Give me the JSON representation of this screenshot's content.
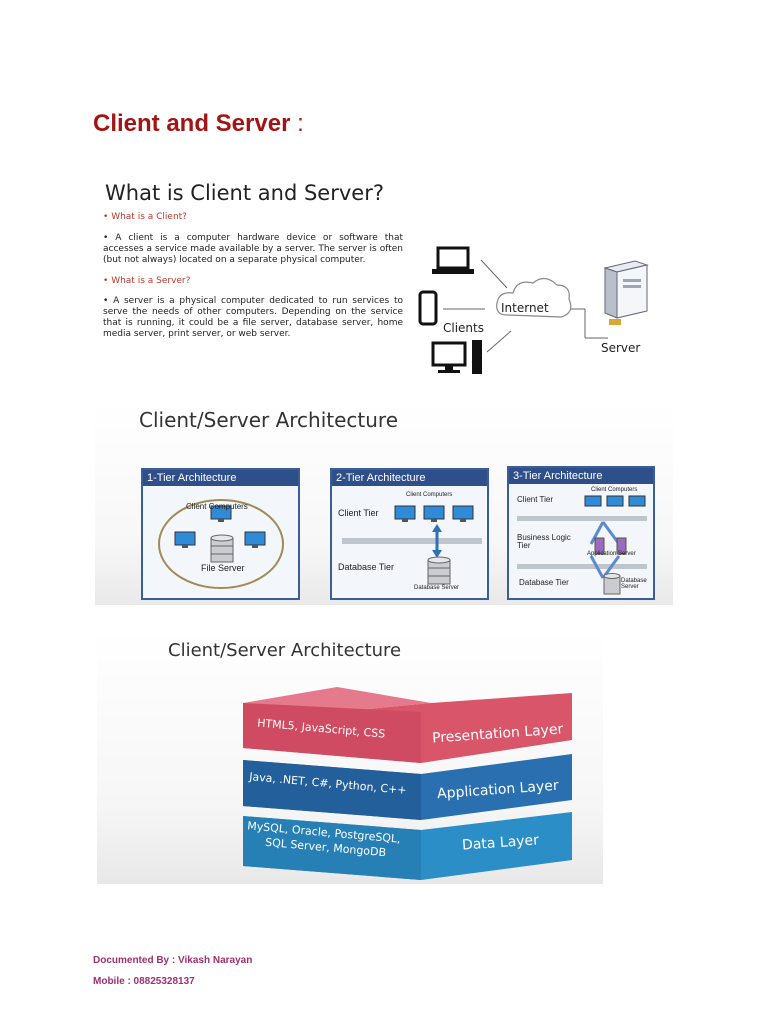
{
  "title": {
    "text": "Client and Server",
    "sep": ":"
  },
  "slide1": {
    "heading": "What is Client and Server?",
    "q1": "What is a Client?",
    "p1": "A client is a computer hardware device or software that accesses a service made available by a server. The server is often (but not always) located on a separate physical computer.",
    "q2": "What is a Server?",
    "p2": "A server is a physical computer dedicated to run services to serve the needs of other computers. Depending on the service that is running, it could be a file server, database server, home media server, print server, or web server.",
    "internet": "Internet",
    "clients": "Clients",
    "server": "Server",
    "bullet": "•"
  },
  "slide2": {
    "heading": "Client/Server Architecture",
    "tier1": {
      "head": "1-Tier Architecture",
      "clients": "Client Computers",
      "file": "File Server"
    },
    "tier2": {
      "head": "2-Tier Architecture",
      "clients": "Client Computers",
      "client_tier": "Client Tier",
      "db_tier": "Database Tier",
      "db_server": "Database Server"
    },
    "tier3": {
      "head": "3-Tier Architecture",
      "clients": "Client Computers",
      "client_tier": "Client Tier",
      "bl_tier": "Business Logic Tier",
      "app_server": "Application Server",
      "db_tier": "Database Tier",
      "db_server": "Database Server"
    }
  },
  "slide3": {
    "heading": "Client/Server Architecture",
    "layers": [
      {
        "tech": "HTML5, JavaScript, CSS",
        "name": "Presentation Layer",
        "color": "#d8556a"
      },
      {
        "tech": "Java, .NET, C#, Python, C++",
        "name": "Application Layer",
        "color": "#2a6fb0"
      },
      {
        "tech1": "MySQL, Oracle, PostgreSQL,",
        "tech2": "SQL Server, MongoDB",
        "name": "Data Layer",
        "color": "#2c8ec7"
      }
    ]
  },
  "footer": {
    "by": "Documented By : Vikash Narayan",
    "mobile": "Mobile : 08825328137"
  }
}
